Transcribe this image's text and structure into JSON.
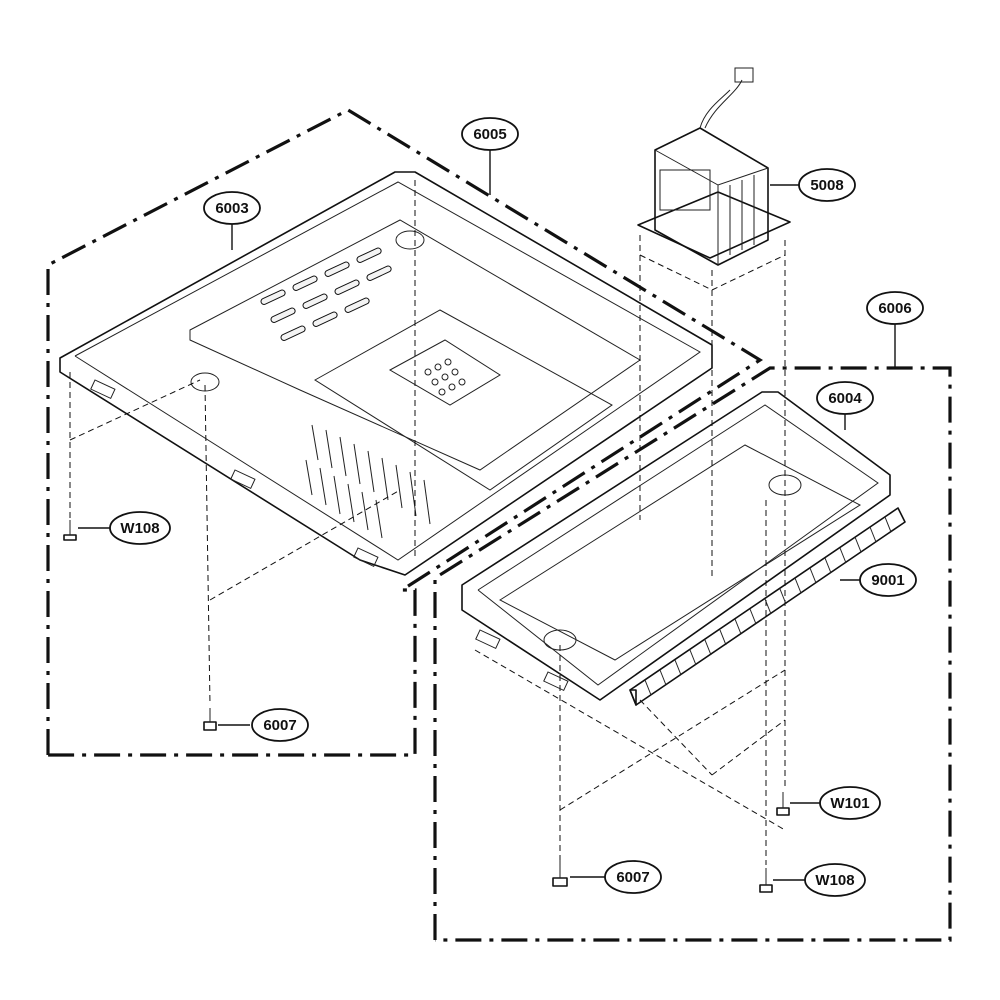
{
  "callouts": {
    "c6005": "6005",
    "c6003": "6003",
    "c5008": "5008",
    "c6006": "6006",
    "c6004": "6004",
    "c9001": "9001",
    "cW108_left": "W108",
    "c6007_left": "6007",
    "cW101": "W101",
    "c6007_right": "6007",
    "cW108_right": "W108"
  }
}
